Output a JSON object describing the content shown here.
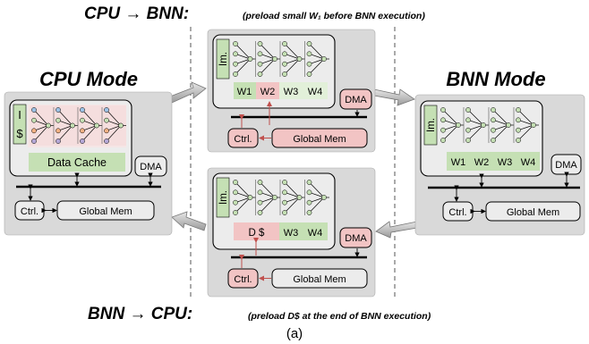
{
  "headers": {
    "top_main": "CPU → BNN:",
    "top_note": "(preload small W₁ before BNN execution)",
    "bottom_main": "BNN → CPU:",
    "bottom_note": "(preload D$ at the end of BNN execution)",
    "caption": "(a)"
  },
  "cpu_mode": {
    "title": "CPU Mode",
    "icache_i": "I",
    "icache_s": "$",
    "data_cache": "Data Cache",
    "dma": "DMA",
    "ctrl": "Ctrl.",
    "global_mem": "Global Mem"
  },
  "bnn_mode": {
    "title": "BNN Mode",
    "im": "Im.",
    "weights": [
      "W1",
      "W2",
      "W3",
      "W4"
    ],
    "dma": "DMA",
    "ctrl": "Ctrl.",
    "global_mem": "Global Mem"
  },
  "transition_top": {
    "im": "Im.",
    "weights": [
      "W1",
      "W2",
      "W3",
      "W4"
    ],
    "dma": "DMA",
    "ctrl": "Ctrl.",
    "global_mem": "Global Mem"
  },
  "transition_bottom": {
    "im": "Im.",
    "dcache": "D $",
    "weights": [
      "W3",
      "W4"
    ],
    "dma": "DMA",
    "ctrl": "Ctrl.",
    "global_mem": "Global Mem"
  },
  "colors": {
    "panel": "#d9d9d9",
    "green": "#c5e0b4",
    "pink": "#f2c4c4",
    "pink_fill": "#f4d2d2",
    "red_arrow": "#c0504d",
    "light_green": "#e2f0d9"
  }
}
